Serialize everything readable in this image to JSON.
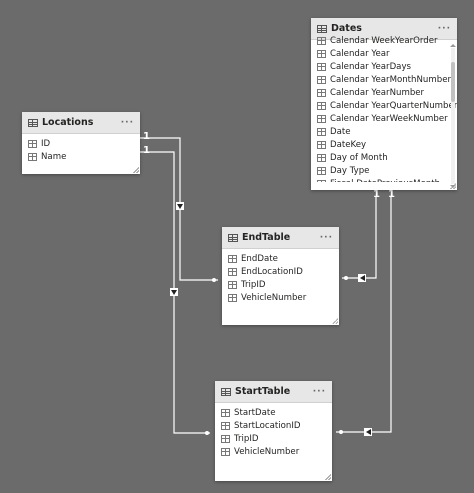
{
  "canvas": {
    "background": "#6b6b6b",
    "line_color": "#ffffff"
  },
  "tables": {
    "locations": {
      "title": "Locations",
      "more": "···",
      "fields": [
        "ID",
        "Name"
      ]
    },
    "dates": {
      "title": "Dates",
      "more": "···",
      "fields": [
        "Calendar WeekYearOrder",
        "Calendar Year",
        "Calendar YearDays",
        "Calendar YearMonthNumber",
        "Calendar YearNumber",
        "Calendar YearQuarterNumber",
        "Calendar YearWeekNumber",
        "Date",
        "DateKey",
        "Day of Month",
        "Day Type",
        "Fiscal DatePreviousMonth"
      ]
    },
    "endtable": {
      "title": "EndTable",
      "more": "···",
      "fields": [
        "EndDate",
        "EndLocationID",
        "TripID",
        "VehicleNumber"
      ]
    },
    "starttable": {
      "title": "StartTable",
      "more": "···",
      "fields": [
        "StartDate",
        "StartLocationID",
        "TripID",
        "VehicleNumber"
      ]
    }
  },
  "relationships": {
    "locations_to_end": {
      "one": "1"
    },
    "locations_to_start": {
      "one": "1"
    },
    "dates_to_end": {
      "one": "1"
    },
    "dates_to_start": {
      "one": "1"
    }
  }
}
